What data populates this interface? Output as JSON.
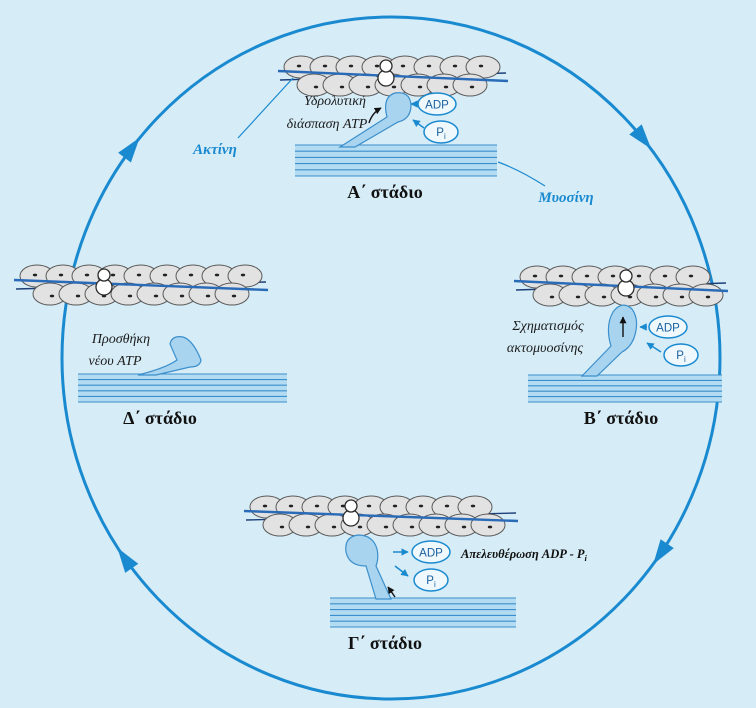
{
  "diagram": {
    "colors": {
      "background": "#d6ecf7",
      "cycle": "#1a8ad0",
      "myosin": "#a9d4ef",
      "actin": "#e2e2e2",
      "tropomyosin": "#2a6bb8",
      "label_blue": "#1a8ad0"
    },
    "labels": {
      "actin": "Ακτίνη",
      "myosin": "Μυοσίνη"
    },
    "stages": {
      "a": {
        "title": "Α΄ στάδιο",
        "caption": [
          "Υδρολυτική",
          "διάσπαση ATP"
        ],
        "adp": "ADP",
        "pi": {
          "base": "P",
          "sub": "i"
        }
      },
      "b": {
        "title": "Β΄ στάδιο",
        "caption": [
          "Σχηματισμός",
          "ακτομυοσίνης"
        ],
        "adp": "ADP",
        "pi": {
          "base": "P",
          "sub": "i"
        }
      },
      "c": {
        "title": "Γ΄ στάδιο",
        "release": {
          "text": "Απελευθέρωση ADP - P",
          "sub": "i"
        },
        "adp": "ADP",
        "pi": {
          "base": "P",
          "sub": "i"
        }
      },
      "d": {
        "title": "Δ΄ στάδιο",
        "caption": [
          "Προσθήκη",
          "νέου ATP"
        ]
      }
    }
  }
}
